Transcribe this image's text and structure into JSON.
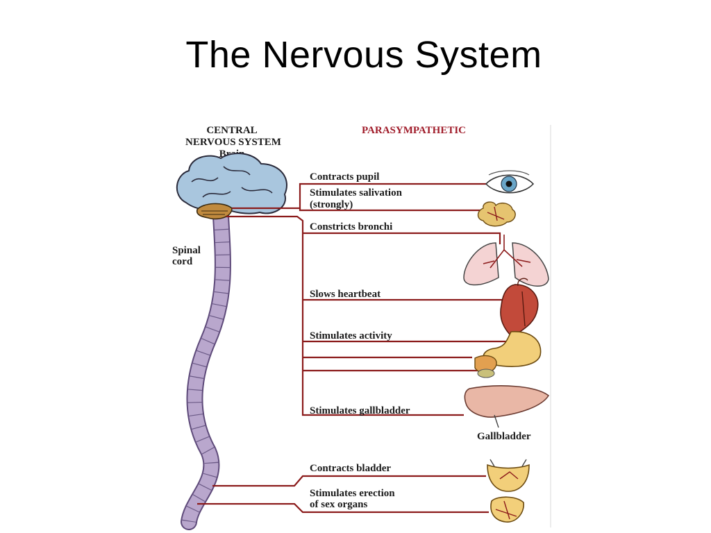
{
  "slide": {
    "title": "The Nervous System"
  },
  "diagram": {
    "cns_heading": [
      "CENTRAL",
      "NERVOUS SYSTEM",
      "Brain"
    ],
    "pathway_heading": "PARASYMPATHETIC",
    "spinal_label": [
      "Spinal",
      "cord"
    ],
    "effects": [
      {
        "text": "Contracts pupil",
        "organ": "eye"
      },
      {
        "text": "Stimulates salivation",
        "text2": "(strongly)",
        "organ": "salivary-glands"
      },
      {
        "text": "Constricts bronchi",
        "organ": "lungs"
      },
      {
        "text": "Slows heartbeat",
        "organ": "heart"
      },
      {
        "text": "Stimulates activity",
        "organ": "stomach-pancreas"
      },
      {
        "text": "Stimulates gallbladder",
        "organ": "liver"
      },
      {
        "text": "Contracts bladder",
        "organ": "bladder"
      },
      {
        "text": "Stimulates erection",
        "text2": "of sex organs",
        "organ": "genitals"
      }
    ],
    "gallbladder_label": "Gallbladder",
    "colors": {
      "nerve": "#8b1a1a",
      "brain": "#a9c6de",
      "cord": "#b9a7cd",
      "organ": "#e9b7a6"
    }
  }
}
